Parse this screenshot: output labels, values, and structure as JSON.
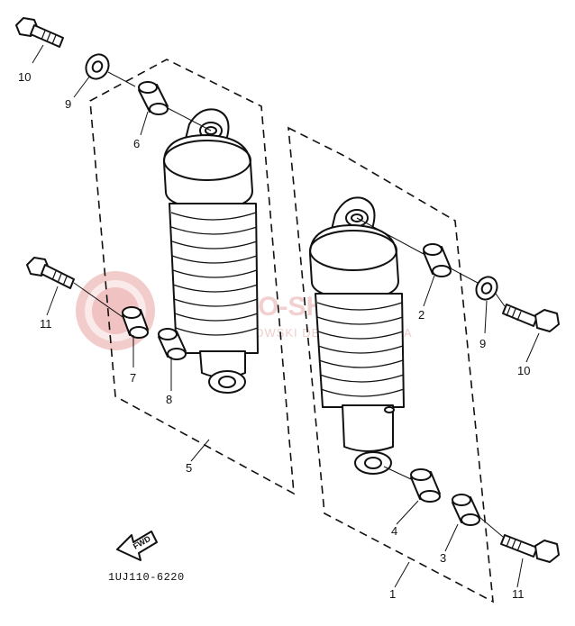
{
  "diagram": {
    "drawing_code": "1UJ110-6220",
    "arrow_label": "FWD",
    "watermark": {
      "line1": "MOTO-SHOP.PL",
      "line2": "WOJCIECHOWSKI DEALER YAMAHA"
    },
    "callouts": {
      "c1": "1",
      "c2": "2",
      "c3": "3",
      "c4": "4",
      "c5": "5",
      "c6": "6",
      "c7": "7",
      "c8": "8",
      "c9_left": "9",
      "c9_right": "9",
      "c10_left": "10",
      "c10_right": "10",
      "c11_left": "11",
      "c11_right": "11"
    },
    "parts": [
      "bolt",
      "washer",
      "bushing",
      "rear-shock-absorber-left",
      "rear-shock-absorber-right"
    ]
  }
}
